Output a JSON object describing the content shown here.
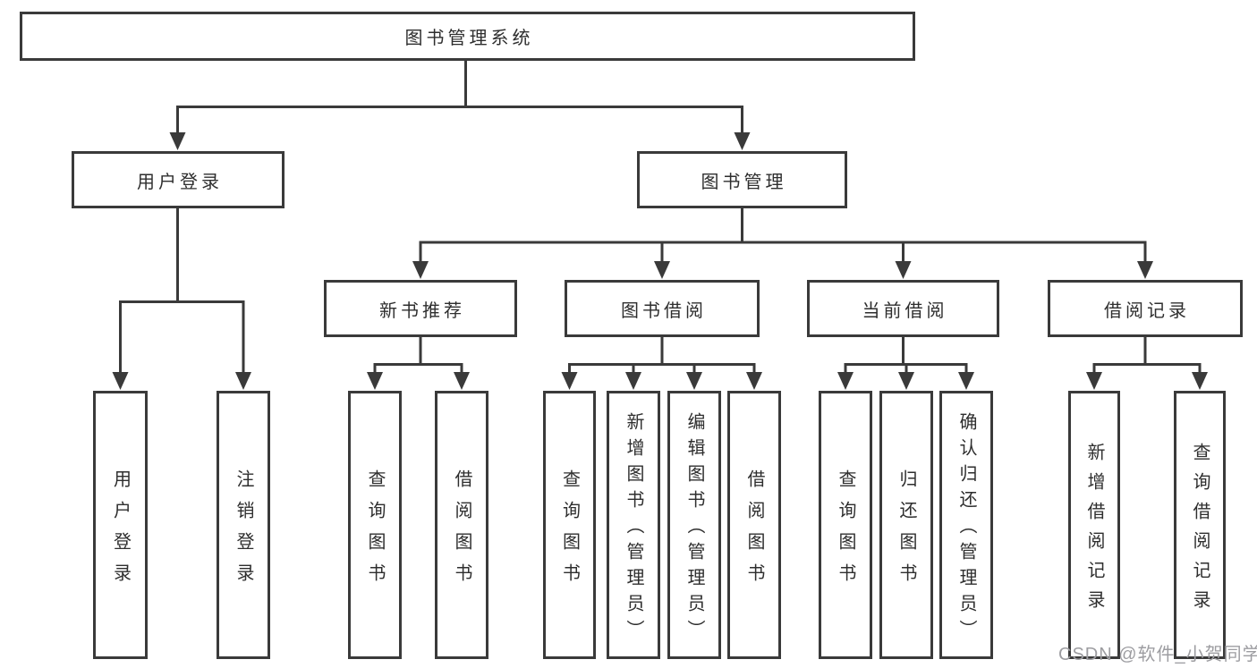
{
  "colors": {
    "line": "#3a3a3a",
    "box_border": "#3a3a3a",
    "box_fill": "#ffffff",
    "text": "#2e2e2e",
    "watermark": "#9d9da1",
    "background": "#ffffff"
  },
  "watermark": "CSDN @软件_小贺同学",
  "tree": {
    "label": "图书管理系统",
    "children": [
      {
        "label": "用户登录",
        "children": [
          {
            "label": "用户登录"
          },
          {
            "label": "注销登录"
          }
        ]
      },
      {
        "label": "图书管理",
        "children": [
          {
            "label": "新书推荐",
            "children": [
              {
                "label": "查询图书"
              },
              {
                "label": "借阅图书"
              }
            ]
          },
          {
            "label": "图书借阅",
            "children": [
              {
                "label": "查询图书"
              },
              {
                "label": "新增图书（管理员）"
              },
              {
                "label": "编辑图书（管理员）"
              },
              {
                "label": "借阅图书"
              }
            ]
          },
          {
            "label": "当前借阅",
            "children": [
              {
                "label": "查询图书"
              },
              {
                "label": "归还图书"
              },
              {
                "label": "确认归还（管理员）"
              }
            ]
          },
          {
            "label": "借阅记录",
            "children": [
              {
                "label": "新增借阅记录"
              },
              {
                "label": "查询借阅记录"
              }
            ]
          }
        ]
      }
    ]
  }
}
